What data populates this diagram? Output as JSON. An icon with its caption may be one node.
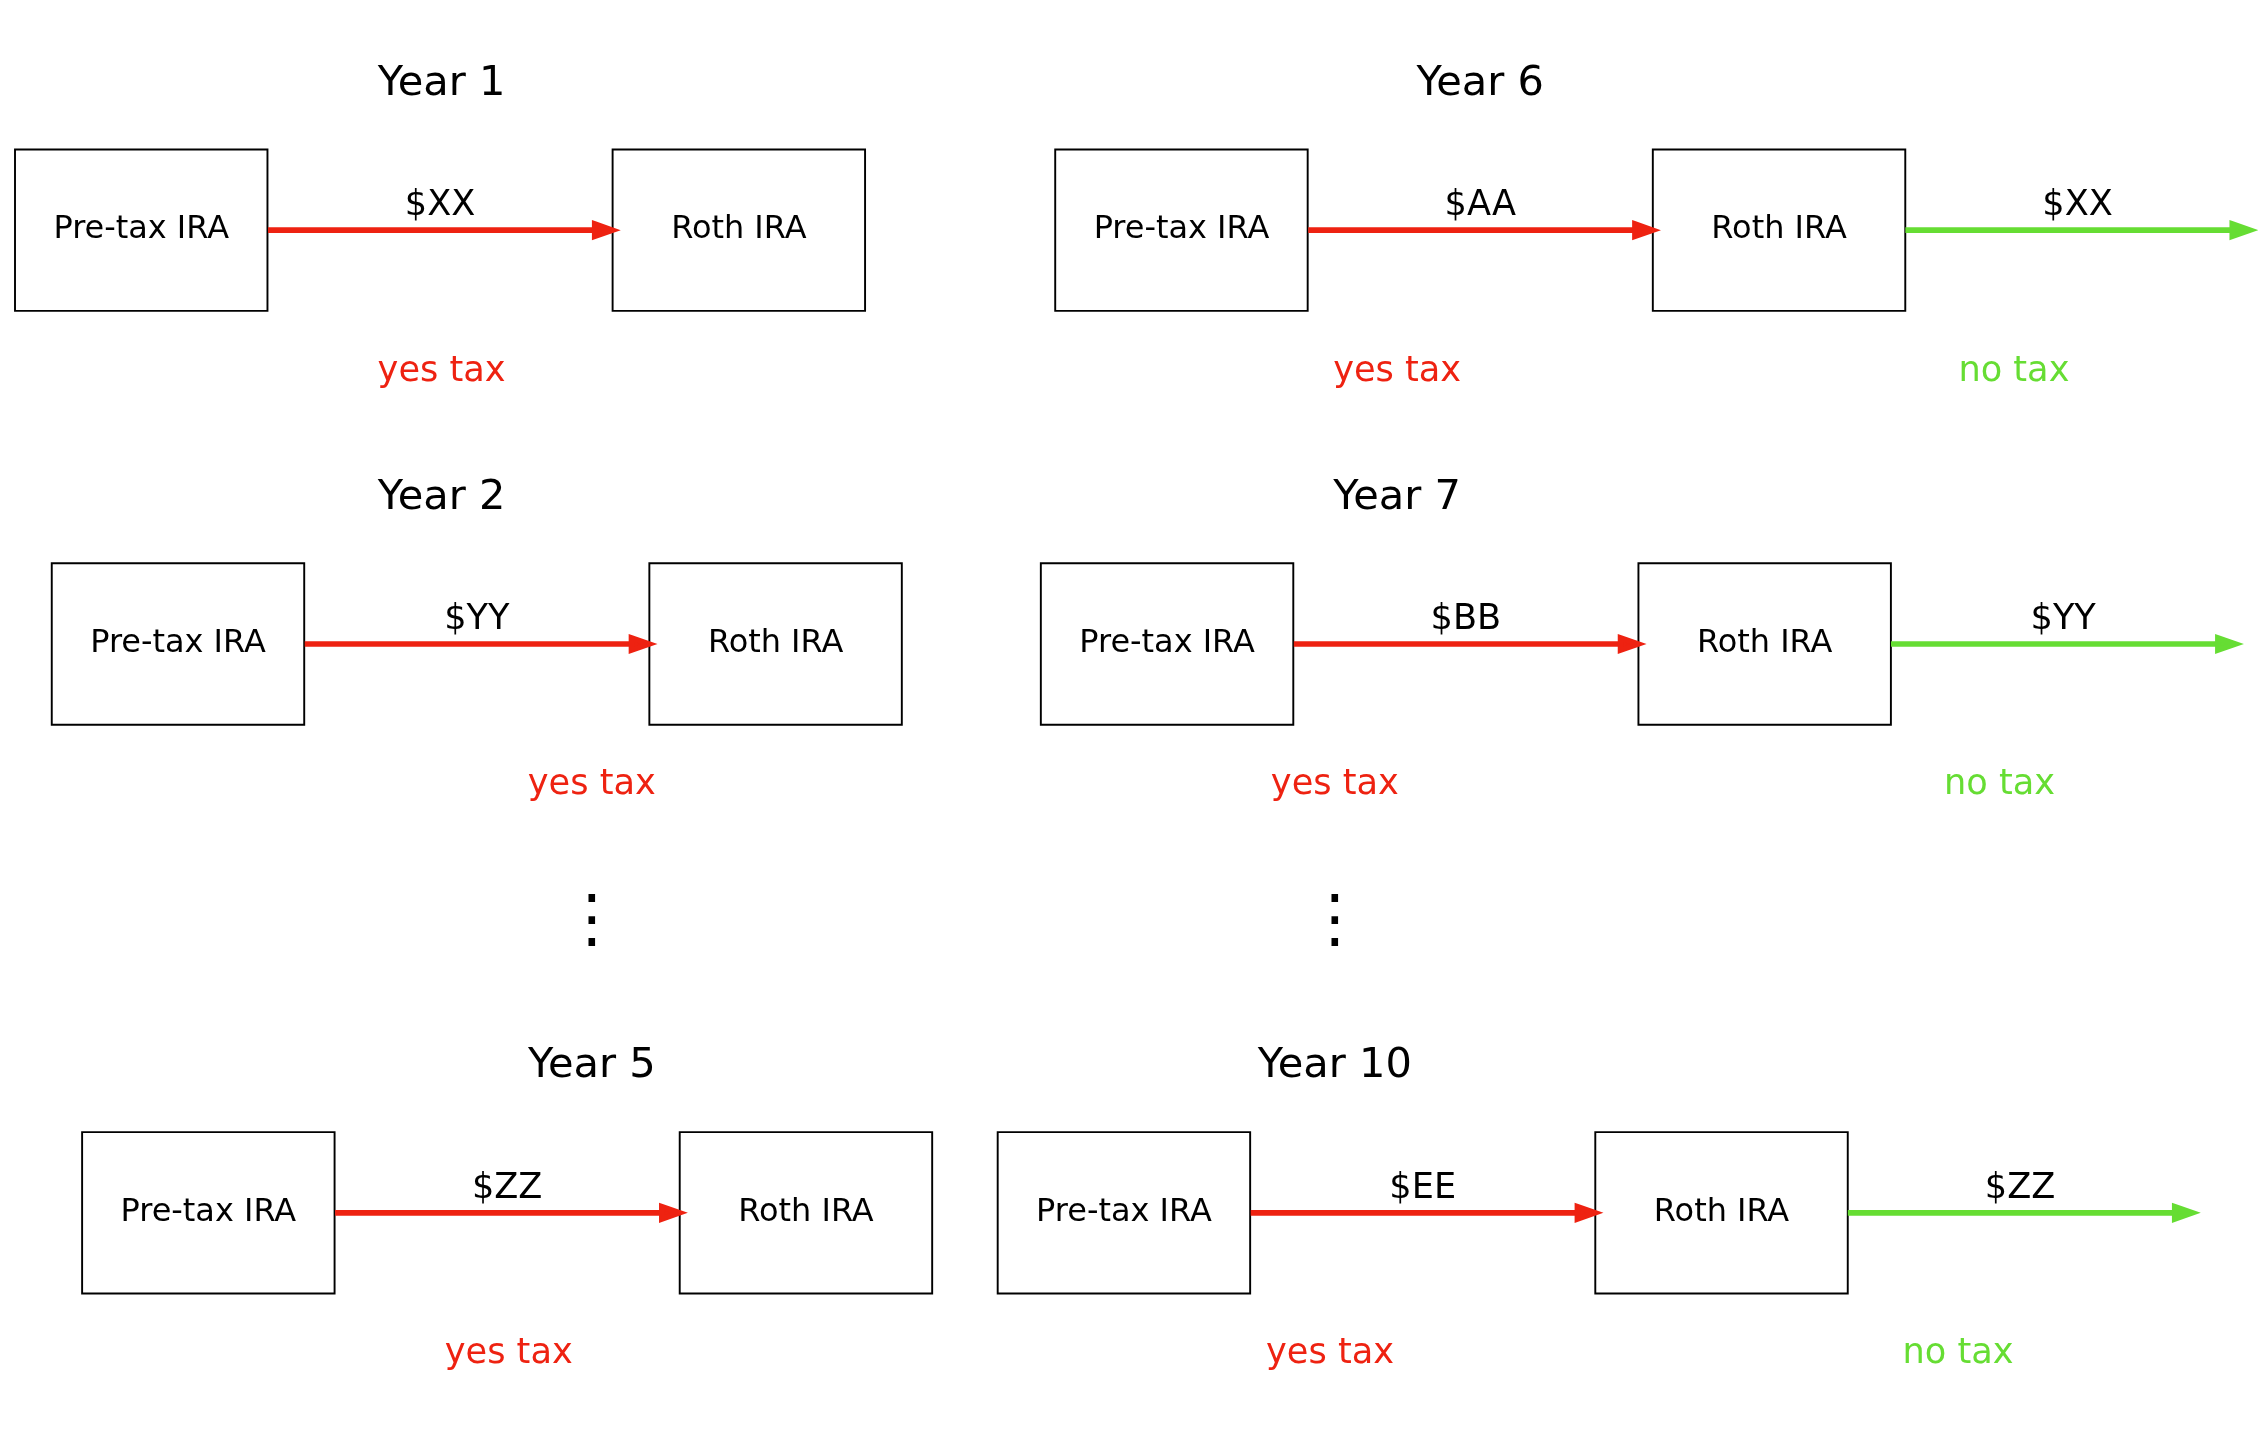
{
  "diagram": {
    "nodes": [
      {
        "text": [
          "Pre-tax IRA"
        ]
      },
      {
        "text": [
          "Roth IRA"
        ]
      },
      {
        "text": [
          "Pre-tax IRA"
        ]
      },
      {
        "text": [
          "Roth IRA"
        ]
      },
      {
        "text": [
          "Pre-tax IRA"
        ]
      },
      {
        "text": [
          "Roth IRA"
        ]
      },
      {
        "text": [
          "Pre-tax IRA"
        ]
      },
      {
        "text": [
          "Roth IRA"
        ]
      },
      {
        "text": [
          "Pre-tax IRA"
        ]
      },
      {
        "text": [
          "Roth IRA"
        ]
      },
      {
        "text": [
          "Pre-tax IRA"
        ]
      },
      {
        "text": [
          "Roth IRA"
        ]
      }
    ],
    "edges": [
      {
        "from": 0,
        "to": 1,
        "arrow": "to",
        "label": "$XX",
        "color": "#ee2211"
      },
      {
        "from": 2,
        "to": 3,
        "arrow": "to",
        "label": "$AA",
        "color": "#ee2211"
      },
      {
        "from": 3,
        "to": null,
        "arrow": "to",
        "label": "$XX",
        "color": "#66dd33"
      },
      {
        "from": 4,
        "to": 5,
        "arrow": "to",
        "label": "$YY",
        "color": "#ee2211"
      },
      {
        "from": 6,
        "to": 7,
        "arrow": "to",
        "label": "$BB",
        "color": "#ee2211"
      },
      {
        "from": 7,
        "to": null,
        "arrow": "to",
        "label": "$YY",
        "color": "#66dd33"
      },
      {
        "from": 8,
        "to": 9,
        "arrow": "to",
        "label": "$ZZ",
        "color": "#ee2211"
      },
      {
        "from": 10,
        "to": 11,
        "arrow": "to",
        "label": "$EE",
        "color": "#ee2211"
      },
      {
        "from": 11,
        "to": null,
        "arrow": "to",
        "label": "$ZZ",
        "color": "#66dd33"
      }
    ],
    "labels": [
      "Year 1",
      "Year 6",
      "yes tax",
      "yes tax",
      "no tax",
      "Year 2",
      "Year 7",
      "yes tax",
      "yes tax",
      "no tax",
      "⋮",
      "⋮",
      "Year 5",
      "Year 10",
      "yes tax",
      "yes tax",
      "no tax"
    ]
  }
}
